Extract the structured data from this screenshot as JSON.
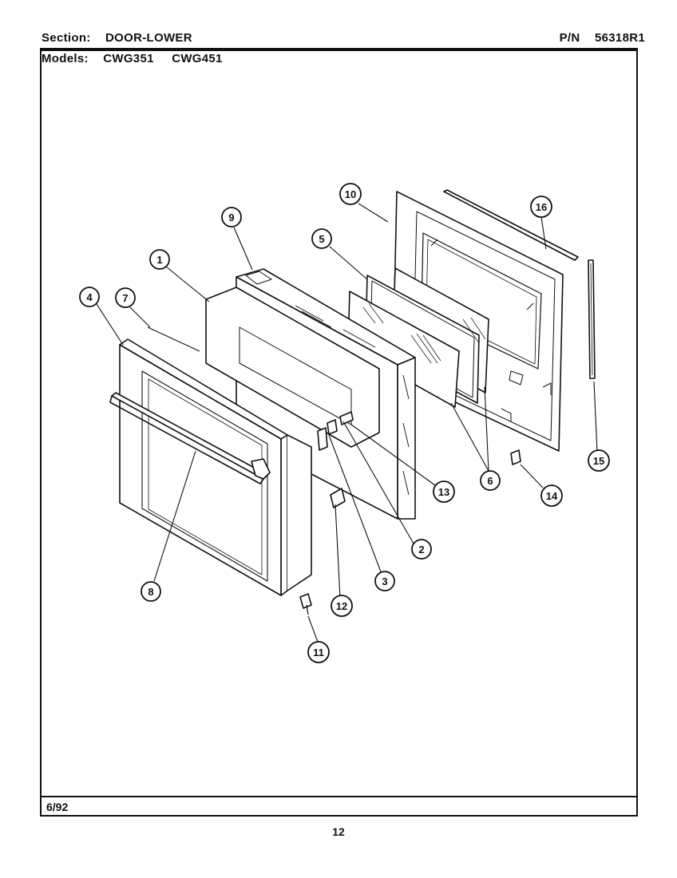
{
  "header": {
    "section_label": "Section:",
    "section_value": "DOOR-LOWER",
    "pn_label": "P/N",
    "pn_value": "56318R1",
    "models_label": "Models:",
    "models": [
      "CWG351",
      "CWG451"
    ]
  },
  "footer": {
    "date": "6/92",
    "page": "12"
  },
  "callouts": [
    {
      "number": "1"
    },
    {
      "number": "2"
    },
    {
      "number": "3"
    },
    {
      "number": "4"
    },
    {
      "number": "5"
    },
    {
      "number": "6"
    },
    {
      "number": "7"
    },
    {
      "number": "8"
    },
    {
      "number": "9"
    },
    {
      "number": "10"
    },
    {
      "number": "11"
    },
    {
      "number": "12"
    },
    {
      "number": "13"
    },
    {
      "number": "14"
    },
    {
      "number": "15"
    },
    {
      "number": "16"
    }
  ]
}
